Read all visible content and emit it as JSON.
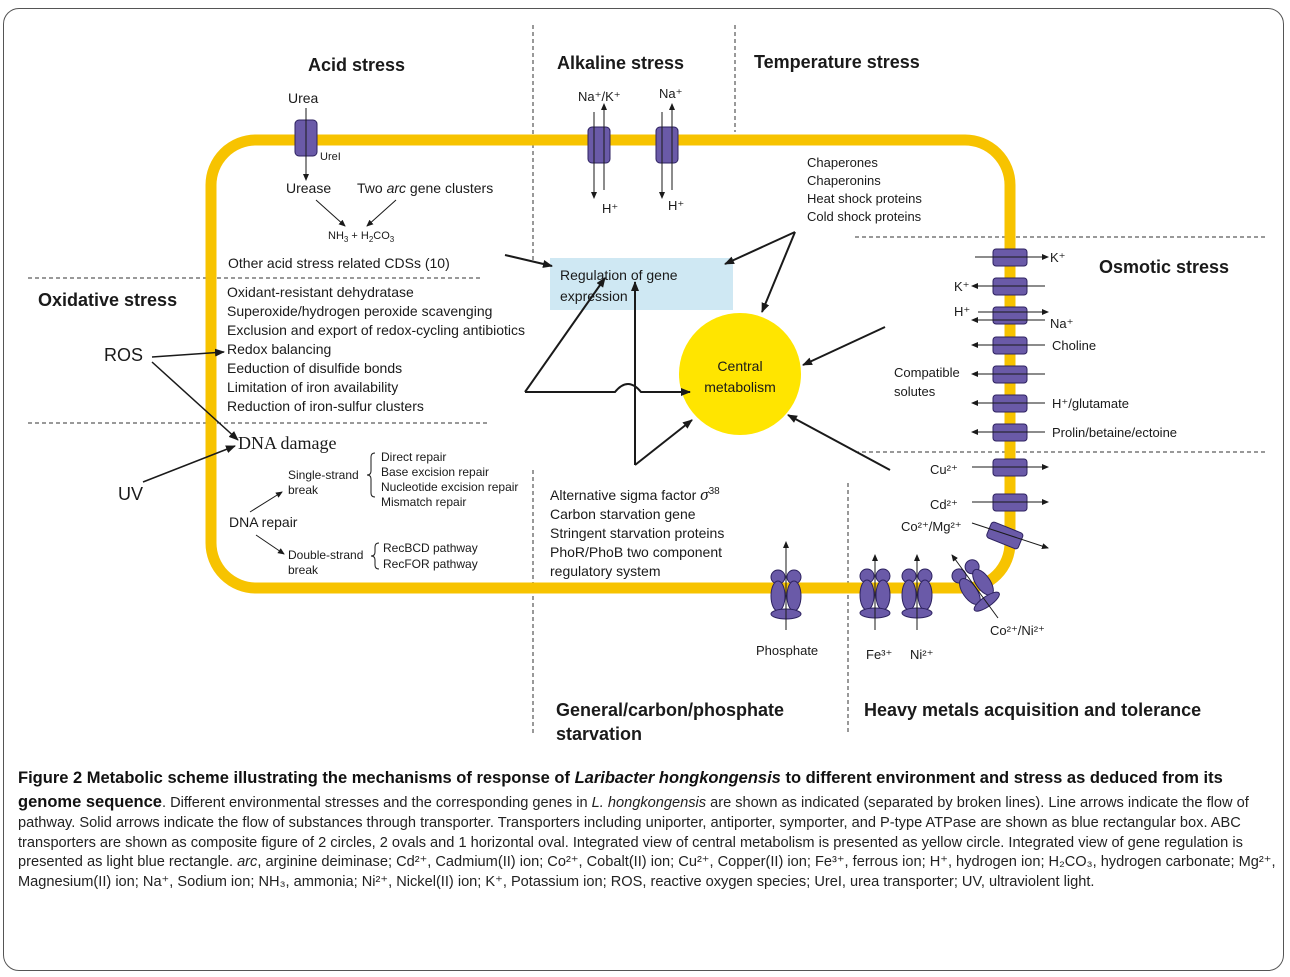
{
  "headers": {
    "acid": "Acid stress",
    "alkaline": "Alkaline stress",
    "temperature": "Temperature stress",
    "osmotic": "Osmotic stress",
    "oxidative": "Oxidative stress",
    "starvation_1": "General/carbon/phosphate",
    "starvation_2": "starvation",
    "heavy_metals": "Heavy metals acquisition and tolerance"
  },
  "acid": {
    "urea": "Urea",
    "urel": "UreI",
    "urease": "Urease",
    "arc_pre": "Two ",
    "arc_it": "arc",
    "arc_post": " gene clusters",
    "nh3": "NH",
    "nh3_sub": "3",
    "plus": " + H",
    "h2_sub": "2",
    "co3": "CO",
    "co3_sub": "3",
    "other_cds": "Other acid stress related CDSs (10)"
  },
  "alkaline": {
    "na_k": "Na⁺/K⁺",
    "na": "Na⁺",
    "h1": "H⁺",
    "h2": "H⁺"
  },
  "temperature": {
    "items": [
      "Chaperones",
      "Chaperonins",
      "Heat shock proteins",
      "Cold shock proteins"
    ]
  },
  "regulation": {
    "line1": "Regulation of gene",
    "line2": "expression"
  },
  "central": {
    "line1": "Central",
    "line2": "metabolism"
  },
  "oxidative": {
    "ros": "ROS",
    "items": [
      "Oxidant-resistant dehydratase",
      "Superoxide/hydrogen peroxide scavenging",
      "Exclusion and export of redox-cycling antibiotics",
      "Redox balancing",
      "Eeduction of disulfide bonds",
      "Limitation of iron availability",
      "Reduction of iron-sulfur clusters"
    ]
  },
  "dna": {
    "damage": "DNA damage",
    "uv": "UV",
    "repair": "DNA repair",
    "single_1": "Single-strand",
    "single_2": "break",
    "single_items": [
      "Direct repair",
      "Base excision repair",
      "Nucleotide excision repair",
      "Mismatch repair"
    ],
    "double_1": "Double-strand",
    "double_2": "break",
    "double_items": [
      "RecBCD pathway",
      "RecFOR pathway"
    ]
  },
  "starvation": {
    "sigma_text": "Alternative sigma factor ",
    "sigma_sym": "σ",
    "sigma_sup": "38",
    "items": [
      "Carbon starvation gene",
      "Stringent starvation proteins",
      "PhoR/PhoB two component",
      "regulatory system"
    ],
    "phosphate": "Phosphate"
  },
  "osmotic": {
    "k_in": "K⁺",
    "k_out": "K⁺",
    "h": "H⁺",
    "na": "Na⁺",
    "choline": "Choline",
    "compatible_1": "Compatible",
    "compatible_2": "solutes",
    "h_glutamate": "H⁺/glutamate",
    "prolin": "Prolin/betaine/ectoine"
  },
  "metals": {
    "cu": "Cu²⁺",
    "cd": "Cd²⁺",
    "co_mg": "Co²⁺/Mg²⁺",
    "co_ni": "Co²⁺/Ni²⁺",
    "fe": "Fe³⁺",
    "ni": "Ni²⁺"
  },
  "caption": {
    "bold_1": "Figure 2 Metabolic scheme illustrating the mechanisms of response of ",
    "bold_it": "Laribacter hongkongensis",
    "bold_2": " to different environment and stress as deduced from its genome sequence",
    "body_1": ". Different environmental stresses and the corresponding genes in ",
    "body_it": "L. hongkongensis",
    "body_2": " are shown as indicated (separated by broken lines). Line arrows indicate the flow of pathway. Solid arrows indicate the flow of substances through transporter. Transporters including uniporter, antiporter, symporter, and P-type ATPase are shown as blue rectangular box. ABC transporters are shown as composite figure of 2 circles, 2 ovals and 1 horizontal oval. Integrated view of central metabolism is presented as yellow circle. Integrated view of gene regulation is presented as light blue rectangle. ",
    "arc_it": "arc",
    "body_3": ", arginine deiminase; Cd²⁺, Cadmium(II) ion; Co²⁺, Cobalt(II) ion; Cu²⁺, Copper(II) ion; Fe³⁺, ferrous ion; H⁺, hydrogen ion; H₂CO₃, hydrogen carbonate; Mg²⁺, Magnesium(II) ion; Na⁺, Sodium ion; NH₃, ammonia; Ni²⁺, Nickel(II) ion; K⁺, Potassium ion; ROS, reactive oxygen species; UreI, urea transporter; UV, ultraviolent light."
  },
  "colors": {
    "membrane": "#f7c300",
    "central": "#ffe500",
    "regulation": "#cfe8f3",
    "transporter": "#6a5aa8"
  }
}
